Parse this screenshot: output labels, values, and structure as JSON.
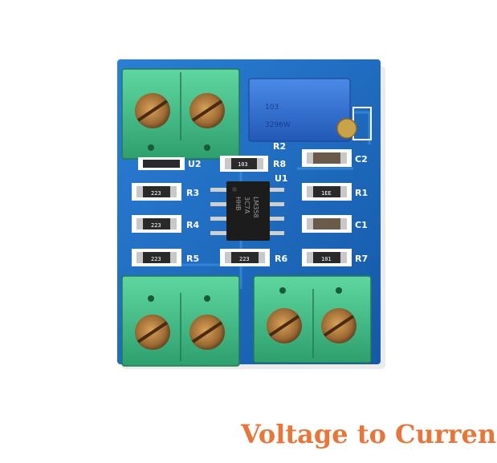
{
  "caption": "Voltage to Current",
  "silkscreen": {
    "u1": "U1",
    "u2": "U2",
    "r1": "R1",
    "r2": "R2",
    "r3": "R3",
    "r4": "R4",
    "r5": "R5",
    "r6": "R6",
    "r7": "R7",
    "r8": "R8",
    "c1": "C1",
    "c2": "C2"
  },
  "resistor_codes": {
    "r3": "223",
    "r4": "223",
    "r5": "223",
    "r6": "223",
    "r8": "103",
    "r1": "1EE",
    "r7": "101"
  },
  "ic_marking": {
    "line1": "LM358",
    "line2": "3C7A",
    "line3": "HHB"
  },
  "potentiometer_marking": {
    "line1": "103",
    "line2": "3296W"
  },
  "colors": {
    "pcb": "#1f6fc4",
    "terminal": "#3fbf86",
    "screw": "#b07a3a",
    "caption": "#e8763a",
    "pot": "#2f6fd8"
  }
}
